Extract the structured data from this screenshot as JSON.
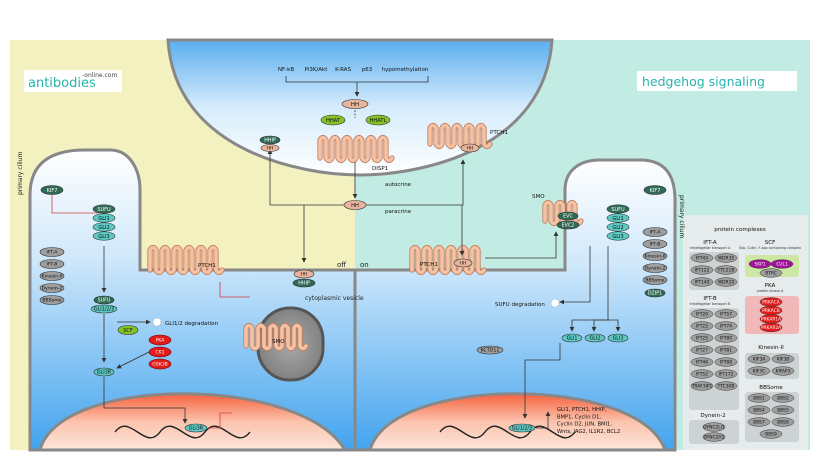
{
  "brand": {
    "name": "antibodies",
    "suffix": "-online.com"
  },
  "title": "hedgehog signaling",
  "zones": {
    "off": "off",
    "on": "on"
  },
  "cilium": {
    "left": "primary cilium",
    "right": "primary cilium"
  },
  "upstream": {
    "signals": [
      "NF-kB",
      "Pi3K/Akt",
      "K-RAS",
      "p63",
      "hypomethylation"
    ],
    "hh": "HH",
    "hhat": "HHAT",
    "hhatl": "HHATL",
    "disp1": "DISP1",
    "hhip": "HHIP",
    "ptch1": "PTCH1",
    "autocrine": "autocrine",
    "paracrine": "paracrine"
  },
  "left_cell": {
    "kif7": "KIF7",
    "sufu_stack": [
      "SUFU",
      "GLI1",
      "GLI2",
      "GLI3"
    ],
    "ift": [
      "IFT-A",
      "IFT-B",
      "Kinesin-II",
      "Dynein-2",
      "BBSome"
    ],
    "sufu2": "SUFU",
    "gli123": "GLI1/2/3",
    "scf": "SCF",
    "degradation": "GLI1/2 degradation",
    "pka": [
      "PKA",
      "CK1",
      "GSK3B"
    ],
    "gli3r": "GLI3R",
    "ptch1": "PTCH1",
    "smo": "SMO",
    "hh": "HH",
    "hhip": "HHIP",
    "vesicle": "cytoplasmic vesicle",
    "nucleus_gli3r": "GLI3R"
  },
  "right_cell": {
    "kif7": "KIF7",
    "smo": "SMO",
    "evc": [
      "EVC",
      "EVC2"
    ],
    "sufu_stack": [
      "SUFU",
      "GLI1",
      "GLI2",
      "GLI3"
    ],
    "ift": [
      "IFT-A",
      "IFT-B",
      "Kinesin-II",
      "Dynein-2",
      "BBSome"
    ],
    "dzip1": "DZIP1",
    "ptch1": "PTCH1",
    "hh": "HH",
    "sufu_degradation": "SUFU degradation",
    "glis": [
      "GLI1",
      "GLI2",
      "GLI3"
    ],
    "kctd11": "KCTD11",
    "nucleus_gli": "GLI1/2/3",
    "targets": [
      "GLI1, PTCH1, HHIP,",
      "BMP1, Cyclin D1,",
      "Cyclin D2, JUN, BMI1,",
      "Wnts, JAG2, IL1R2, BCL2"
    ]
  },
  "complexes": {
    "header": "protein complexes",
    "ifta": {
      "title": "IFT-A",
      "subtitle": "intraflagellar transport A",
      "items": [
        "IFT43",
        "WDR35",
        "IFT122",
        "TTC21B",
        "IFT140",
        "WDR19"
      ]
    },
    "scf": {
      "title": "SCF",
      "subtitle": "Skp, Cullin, F-box containing complex",
      "items": [
        "SKP1",
        "CUL1",
        "BTRC"
      ]
    },
    "iftb": {
      "title": "IFT-B",
      "subtitle": "intraflagellar transport B",
      "items": [
        "IFT20",
        "IFT57",
        "IFT22",
        "IFT74",
        "IFT25",
        "IFT80",
        "IFT27",
        "IFT81",
        "IFT46",
        "IFT88",
        "IFT52",
        "IFT172",
        "TRAF3IP1",
        "TTC30B"
      ]
    },
    "pka": {
      "title": "PKA",
      "subtitle": "protein kinase A",
      "items": [
        "PRKACA",
        "PRKACB",
        "PRKAR1A",
        "PRKAR2A"
      ]
    },
    "kinesin": {
      "title": "Kinesin-II",
      "items": [
        "KIF3A",
        "KIF3B",
        "KIF3C",
        "KIFAP3"
      ]
    },
    "bbsome": {
      "title": "BBSome",
      "items": [
        "BBS1",
        "BBS2",
        "BBS4",
        "BBS5",
        "BBS7",
        "BBS8",
        "BBS9"
      ]
    },
    "dynein": {
      "title": "Dynein-2",
      "items": [
        "DYNC2LI1",
        "DYNC2H1"
      ]
    }
  },
  "colors": {
    "yellow": "#f4f1c1",
    "mint": "#c2ebe3",
    "blue": "#5fb0ea",
    "teal": "#5ec8c2",
    "darkgreen": "#2f6b55",
    "grey": "#9e9e9e",
    "red": "#e21b1b",
    "lime": "#84c225",
    "peach": "#f6c2a4"
  }
}
